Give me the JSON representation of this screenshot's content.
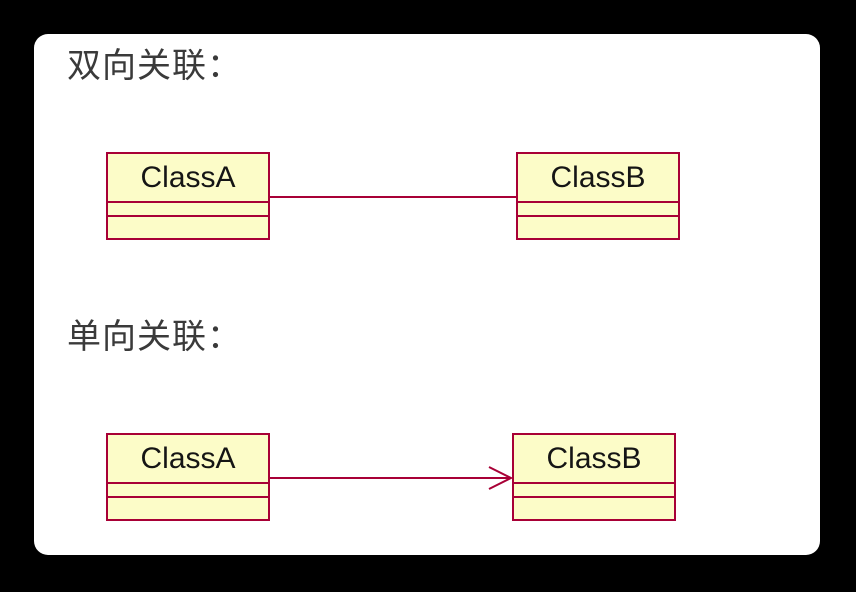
{
  "canvas": {
    "background_color": "#000000",
    "panel_background_color": "#ffffff"
  },
  "diagram": {
    "type": "uml-class-diagram",
    "colors": {
      "class_fill": "#fcfcc8",
      "class_border": "#a80036",
      "connector": "#a80036",
      "section_label_text": "#3a3a3a",
      "class_name_text": "#151515"
    },
    "sections": [
      {
        "label": "双向关联：",
        "relation": "bidirectional-association",
        "source_class": "ClassA",
        "target_class": "ClassB",
        "connector_style": "plain line, no arrowheads"
      },
      {
        "label": "单向关联：",
        "relation": "unidirectional-association",
        "source_class": "ClassA",
        "target_class": "ClassB",
        "connector_style": "line with open arrowhead pointing at ClassB",
        "arrowhead": "open-chevron-right"
      }
    ]
  }
}
